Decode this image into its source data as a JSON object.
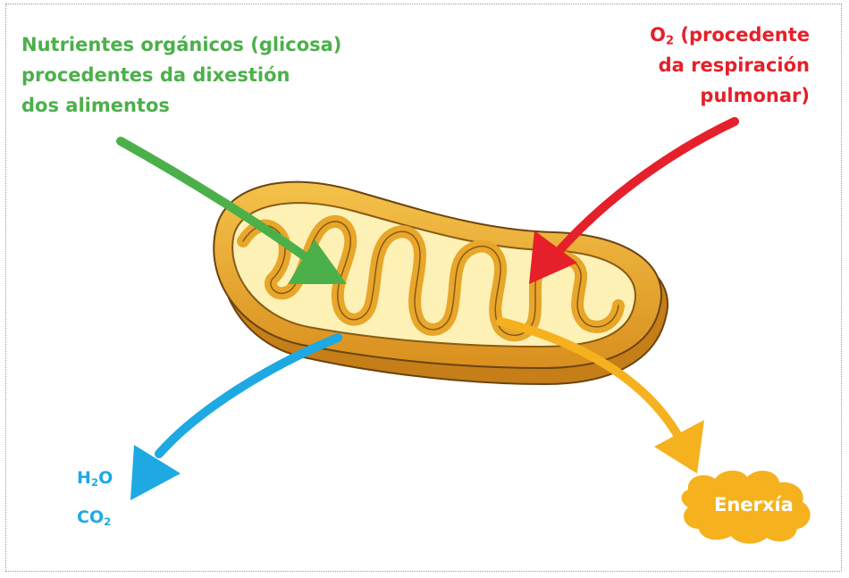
{
  "inputs": {
    "nutrients": {
      "line1": "Nutrientes orgánicos (glicosa)",
      "line2": "procedentes da dixestión",
      "line3": "dos alimentos"
    },
    "oxygen": {
      "symbol": "O",
      "subscript": "2",
      "line1_rest": " (procedente",
      "line2": "da respiración",
      "line3": "pulmonar)"
    }
  },
  "outputs": {
    "water": {
      "symbol": "H",
      "subscript": "2",
      "rest": "O"
    },
    "carbon_dioxide": {
      "symbol": "CO",
      "subscript": "2"
    },
    "energy": "Enerxía"
  },
  "colors": {
    "nutrients": "#4cb04a",
    "oxygen": "#e5202a",
    "products": "#1ea9e3",
    "energy": "#f5b21e",
    "mitochondrion_outer": "#e8a62a",
    "mitochondrion_inner": "#fdf1b5"
  }
}
